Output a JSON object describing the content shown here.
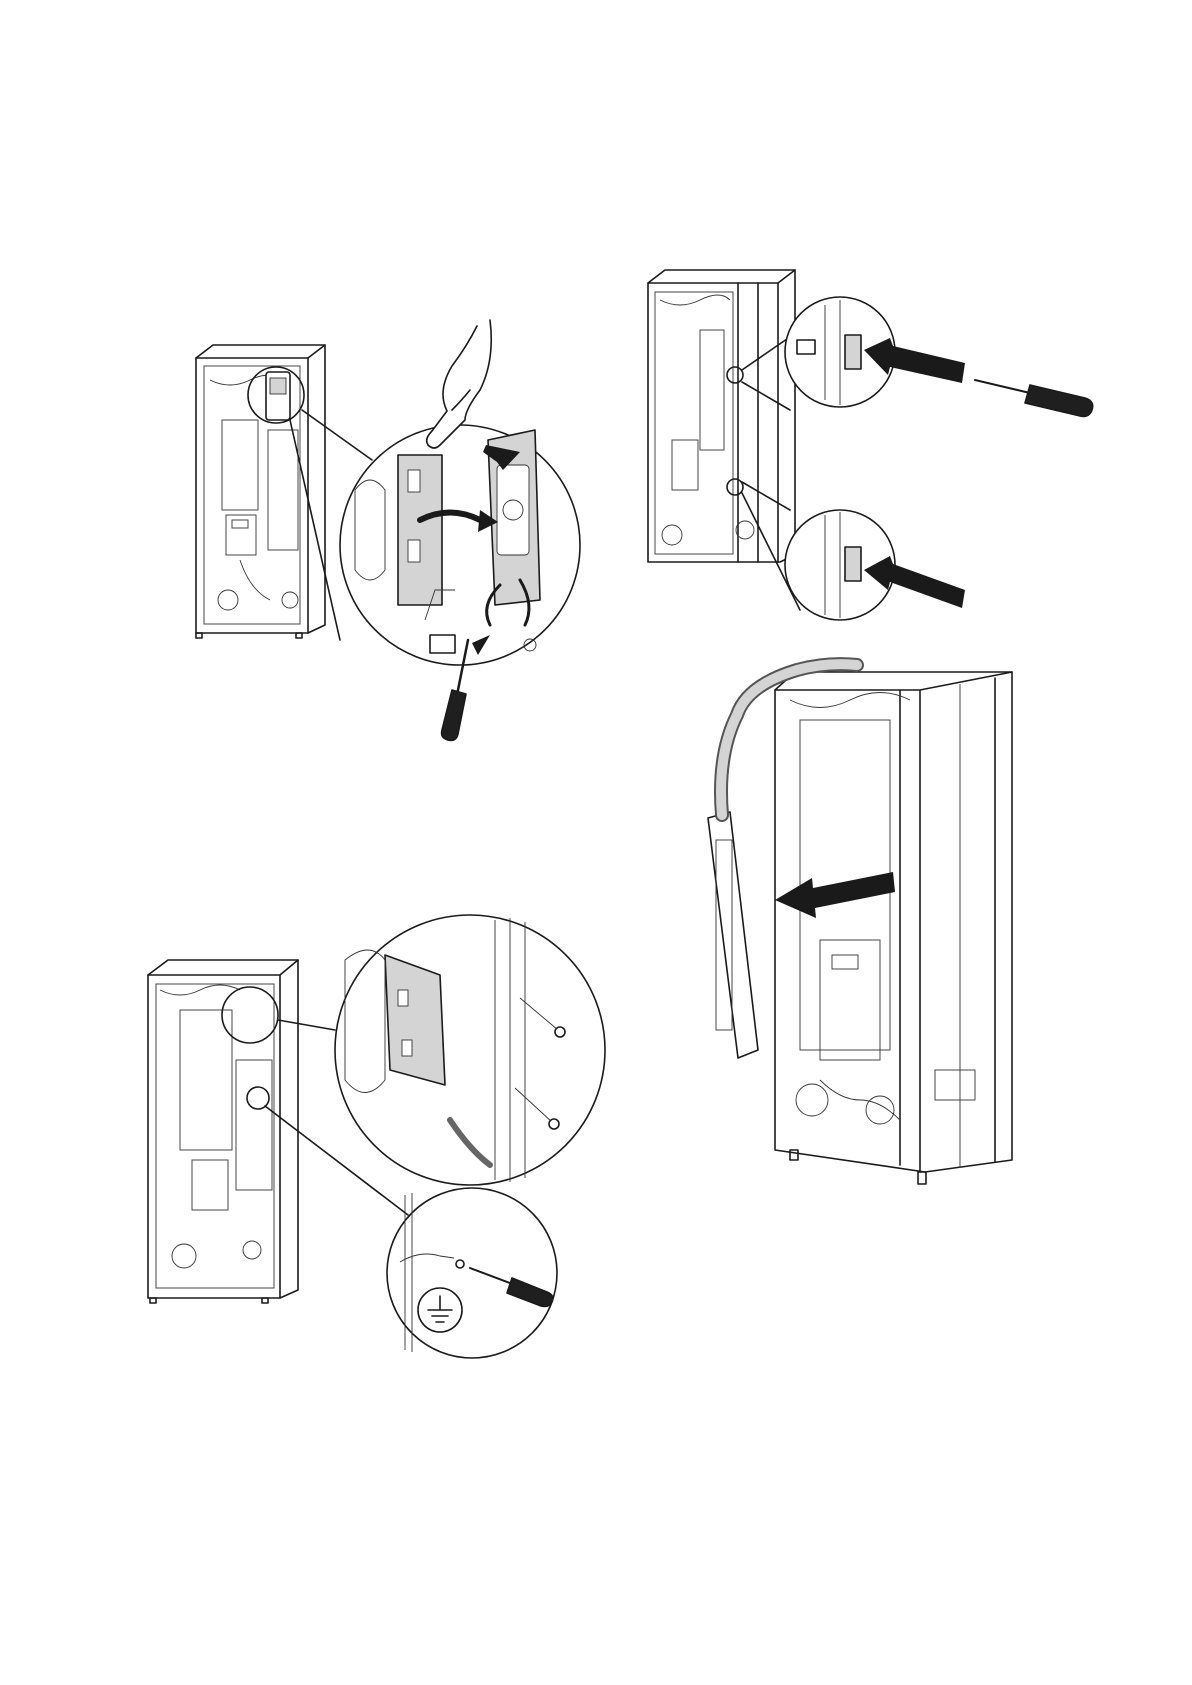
{
  "page": {
    "title": "",
    "figures": [
      {
        "id": "fig-display-removal",
        "description_shown": false
      },
      {
        "id": "fig-side-panel-release",
        "description_shown": false
      },
      {
        "id": "fig-side-panel-pull",
        "description_shown": false
      },
      {
        "id": "fig-bracket-ground",
        "description_shown": false
      }
    ]
  },
  "symbols": {
    "ground": "ground-symbol-icon",
    "screwdriver": "screwdriver-icon",
    "hand": "hand-icon",
    "arrow": "arrow-icon"
  },
  "colors": {
    "line": "#1a1a1a",
    "panel_fill": "#d4d4d4",
    "background": "#ffffff"
  }
}
